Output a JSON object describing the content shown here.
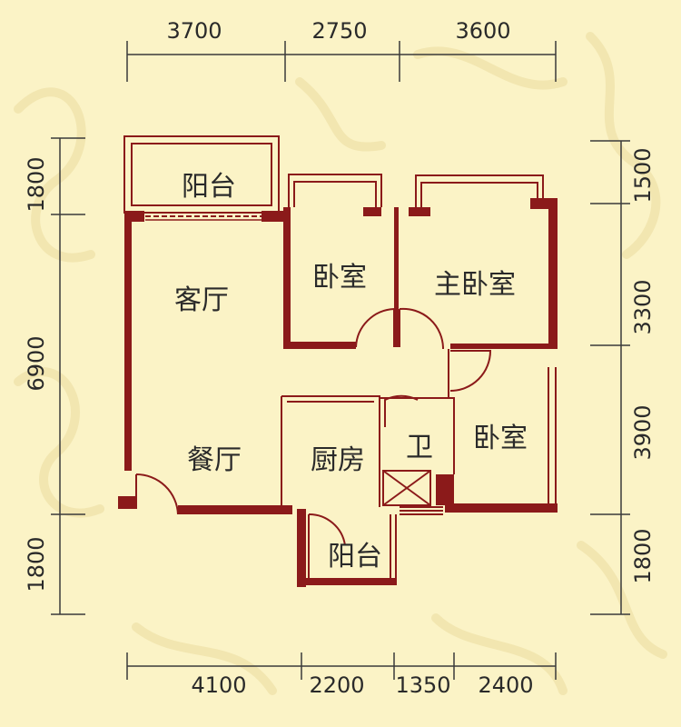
{
  "dims": {
    "top": [
      "3700",
      "2750",
      "3600"
    ],
    "bottom": [
      "4100",
      "2200",
      "1350",
      "2400"
    ],
    "left": [
      "1800",
      "6900",
      "1800"
    ],
    "right": [
      "1500",
      "3300",
      "3900",
      "1800"
    ]
  },
  "rooms": {
    "balcony_top": "阳台",
    "living": "客厅",
    "bedroom_1": "卧室",
    "master_bedroom": "主卧室",
    "dining": "餐厅",
    "kitchen": "厨房",
    "bath": "卫",
    "bedroom_2": "卧室",
    "balcony_bottom": "阳台"
  },
  "colors": {
    "background": "#fbf3c6",
    "wall": "#8b1a1a",
    "text": "#2a2a2a",
    "ornament": "#f2e6b0"
  }
}
